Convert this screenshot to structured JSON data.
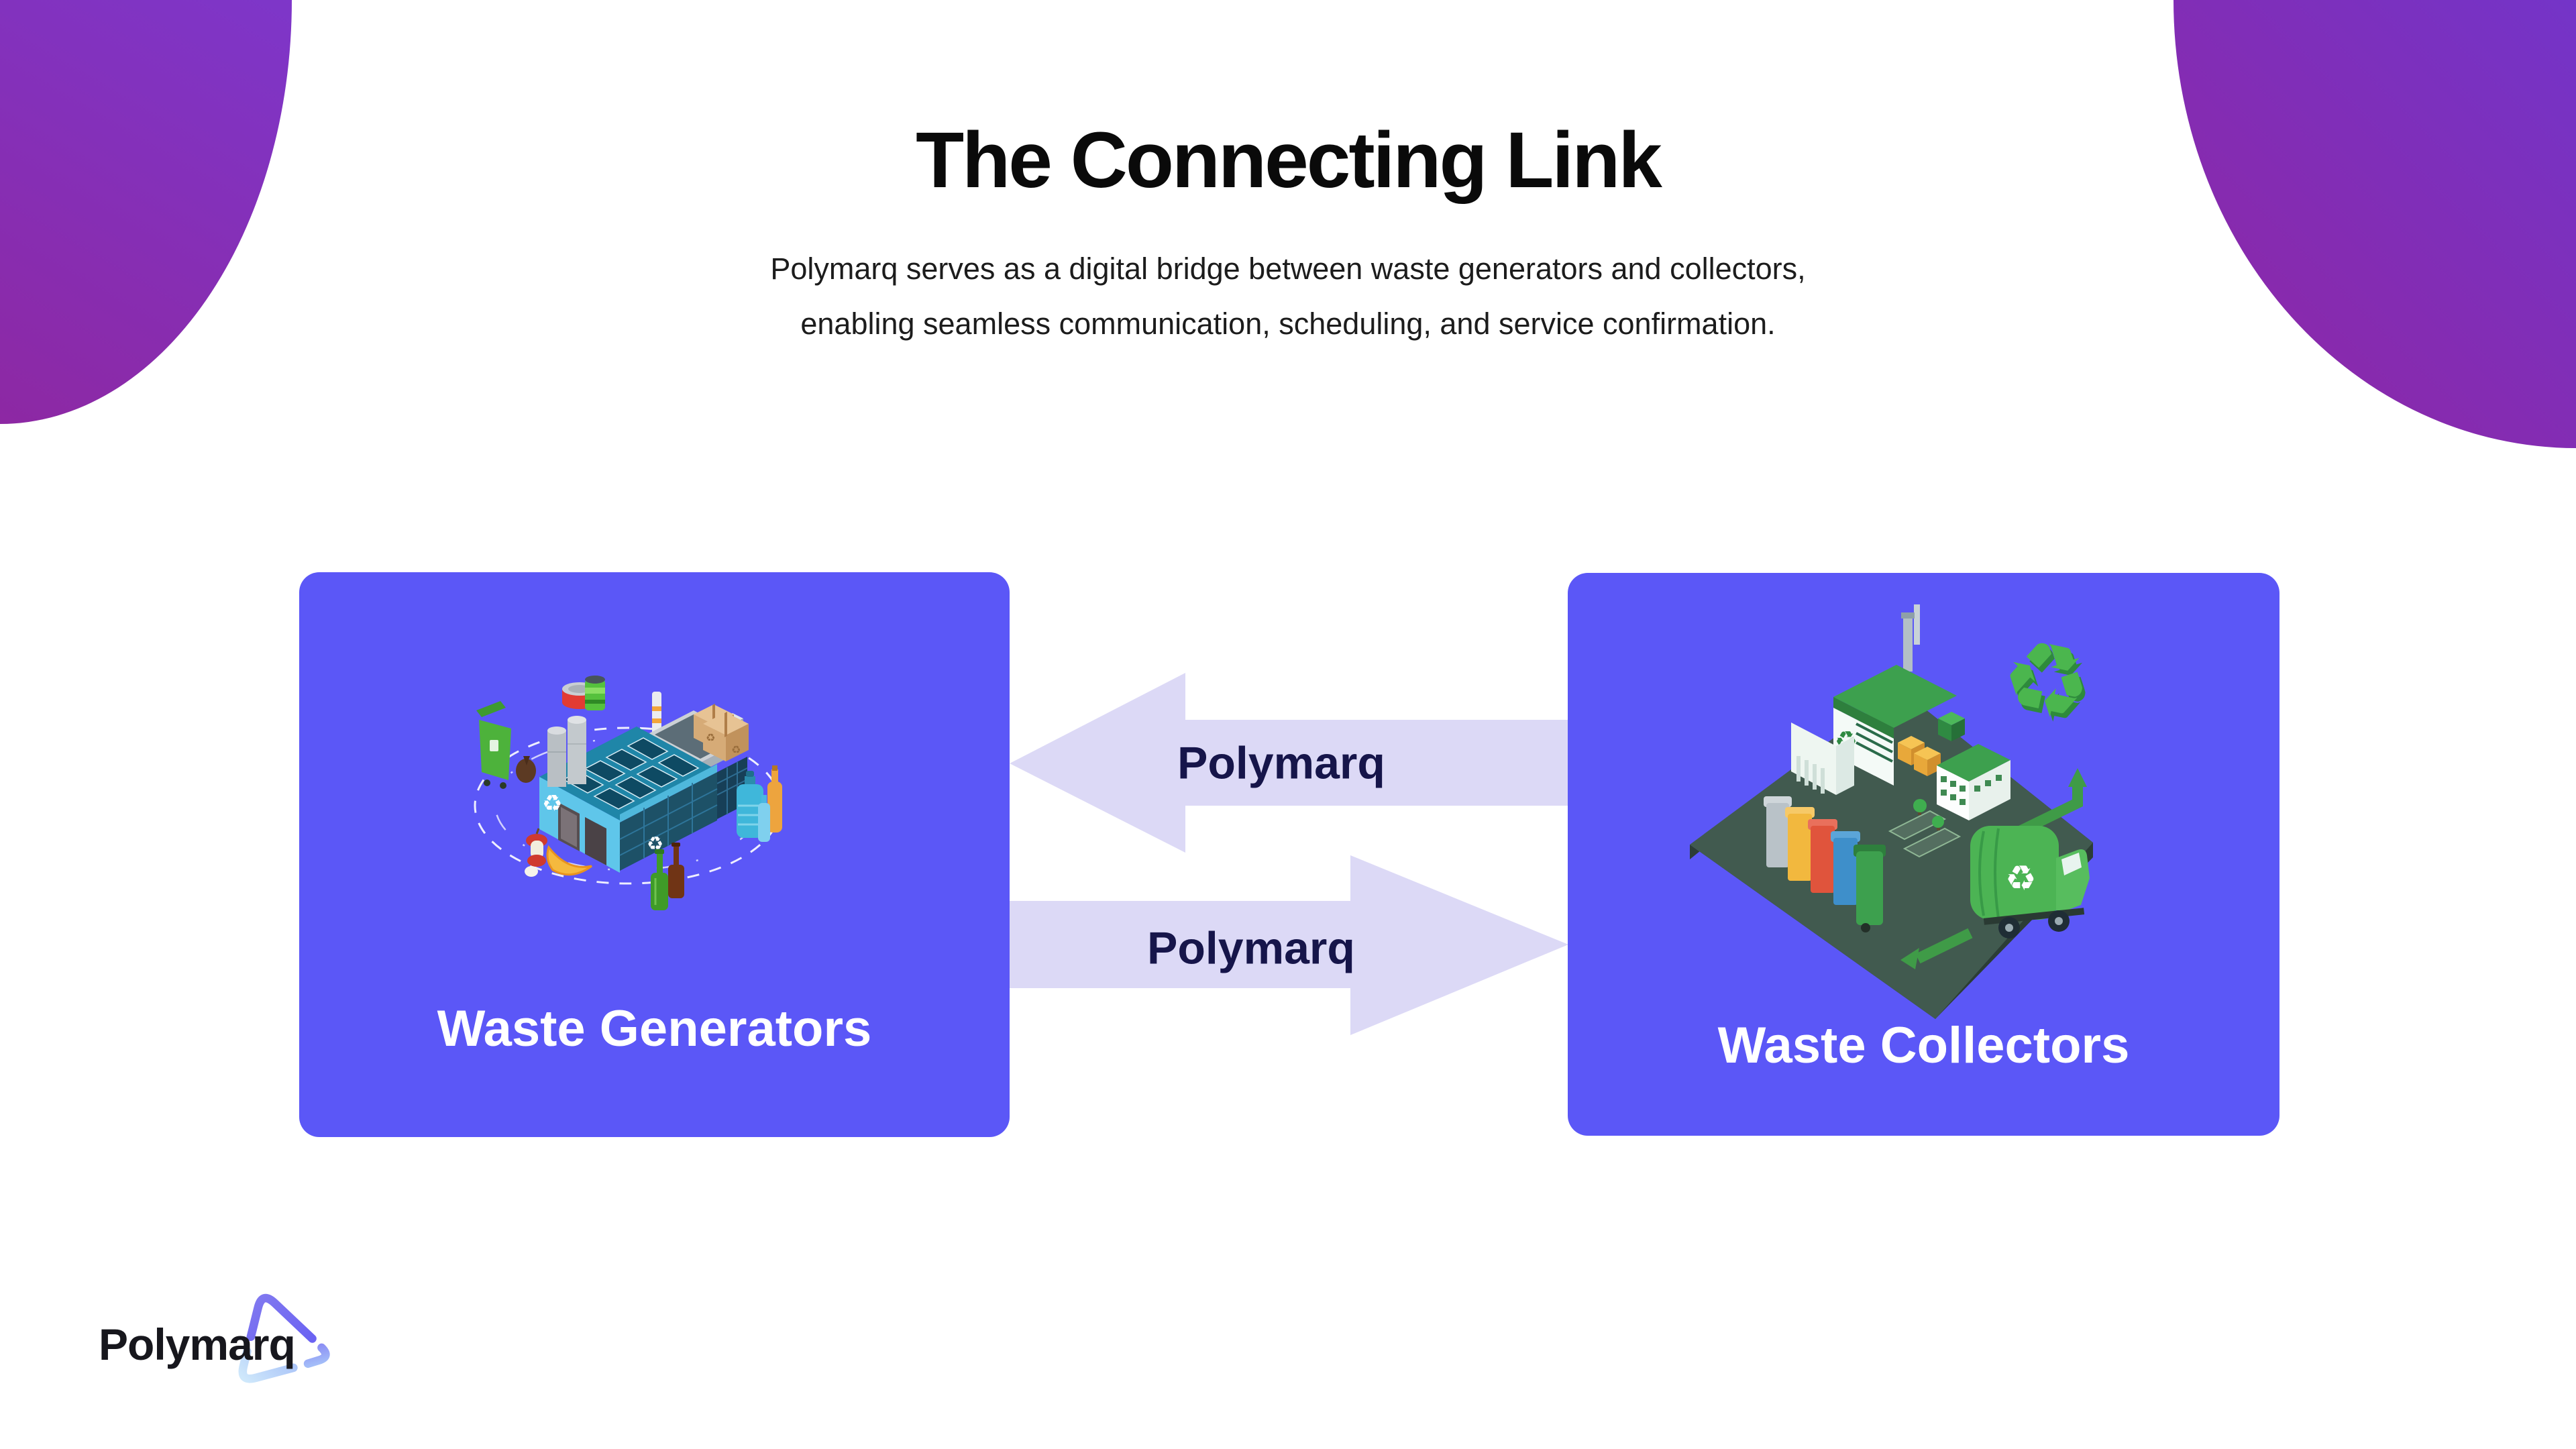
{
  "header": {
    "title": "The Connecting Link",
    "subtitle_line1": "Polymarq serves as a digital bridge between waste generators and collectors,",
    "subtitle_line2": "enabling seamless communication, scheduling, and service confirmation."
  },
  "diagram": {
    "left_box": {
      "label": "Waste Generators"
    },
    "right_box": {
      "label": "Waste Collectors"
    },
    "arrow_top": {
      "label": "Polymarq",
      "direction": "right-to-left"
    },
    "arrow_bottom": {
      "label": "Polymarq",
      "direction": "left-to-right"
    }
  },
  "footer": {
    "logo_text": "Polymarq"
  },
  "icons": {
    "recycle_glyph": "♻",
    "left_illustration": "factory-with-waste-items",
    "right_illustration": "recycling-facility-with-garbage-truck",
    "logo_mark": "play-triangle-outline"
  },
  "colors": {
    "box_fill": "#5B57F7",
    "arrow_fill": "#DCD9F6",
    "arrow_label": "#16154A",
    "box_label": "#FFFFFF",
    "title": "#0A0A0A",
    "subtitle": "#1C1C1C",
    "corner_blob_start": "#7B34C9",
    "corner_blob_end": "#8E28A1",
    "logo_text": "#17171D"
  }
}
